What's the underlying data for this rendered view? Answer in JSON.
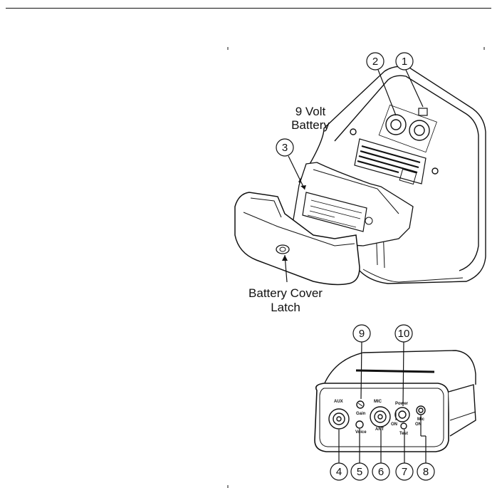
{
  "figure_top": {
    "labels": {
      "battery_line1": "9 Volt",
      "battery_line2": "Battery",
      "latch_line1": "Battery Cover",
      "latch_line2": "Latch"
    },
    "callouts": [
      "1",
      "2",
      "3"
    ]
  },
  "figure_bottom": {
    "callouts": [
      "9",
      "10",
      "4",
      "5",
      "6",
      "7",
      "8"
    ],
    "panel_text": {
      "aux": "AUX",
      "mic": "MIC",
      "power": "Power",
      "gain": "Gain",
      "voice": "Voice",
      "ant": "ANT",
      "on": "ON",
      "test": "Test",
      "mic_on": "Mic",
      "mic_on2": "ON"
    }
  }
}
